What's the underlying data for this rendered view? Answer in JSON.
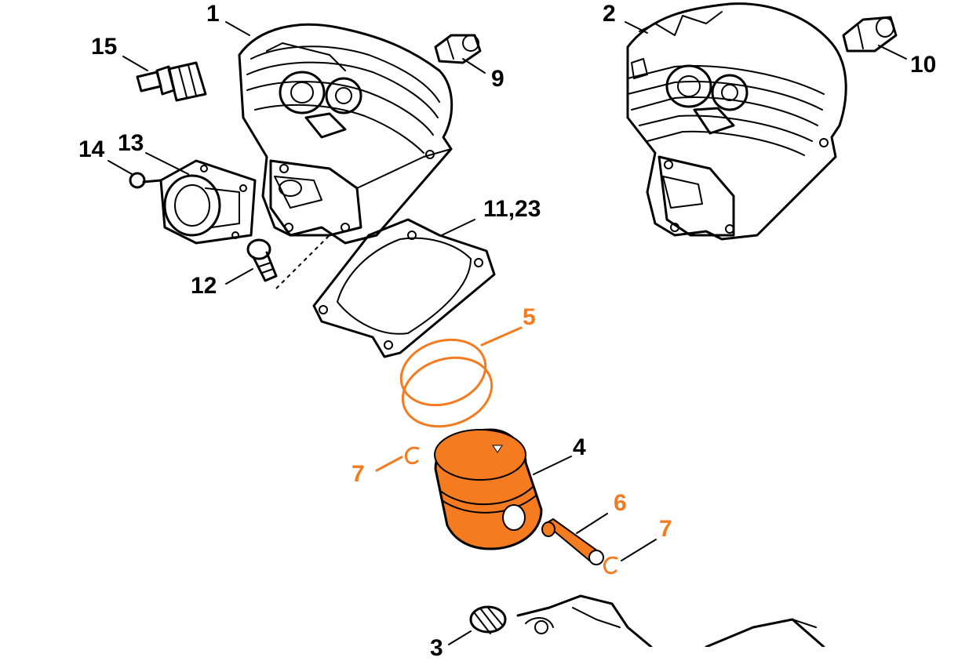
{
  "colors": {
    "highlight": "#f47b20",
    "line": "#000000",
    "background": "#ffffff"
  },
  "callouts": {
    "c1": "1",
    "c2": "2",
    "c4": "4",
    "c5": "5",
    "c6": "6",
    "c7a": "7",
    "c7b": "7",
    "c9": "9",
    "c10": "10",
    "c11": "11,23",
    "c12": "12",
    "c13": "13",
    "c14": "14",
    "c15": "15",
    "c3": "3"
  },
  "highlighted_parts": [
    "piston-rings",
    "piston",
    "piston-pin",
    "circlip-left",
    "circlip-right"
  ],
  "parts": [
    {
      "id": "cylinder-1",
      "icon": "cylinder-icon"
    },
    {
      "id": "cylinder-2",
      "icon": "cylinder-icon"
    },
    {
      "id": "spark-plug",
      "icon": "spark-plug-icon"
    },
    {
      "id": "decomp-valve-9",
      "icon": "valve-icon"
    },
    {
      "id": "decomp-valve-10",
      "icon": "valve-icon"
    },
    {
      "id": "gasket",
      "icon": "gasket-icon"
    },
    {
      "id": "intake-manifold",
      "icon": "manifold-icon"
    },
    {
      "id": "screw-12",
      "icon": "screw-icon"
    },
    {
      "id": "screw-14",
      "icon": "screw-icon"
    },
    {
      "id": "needle-cage",
      "icon": "bearing-icon"
    },
    {
      "id": "crankcase",
      "icon": "crankcase-icon"
    }
  ]
}
